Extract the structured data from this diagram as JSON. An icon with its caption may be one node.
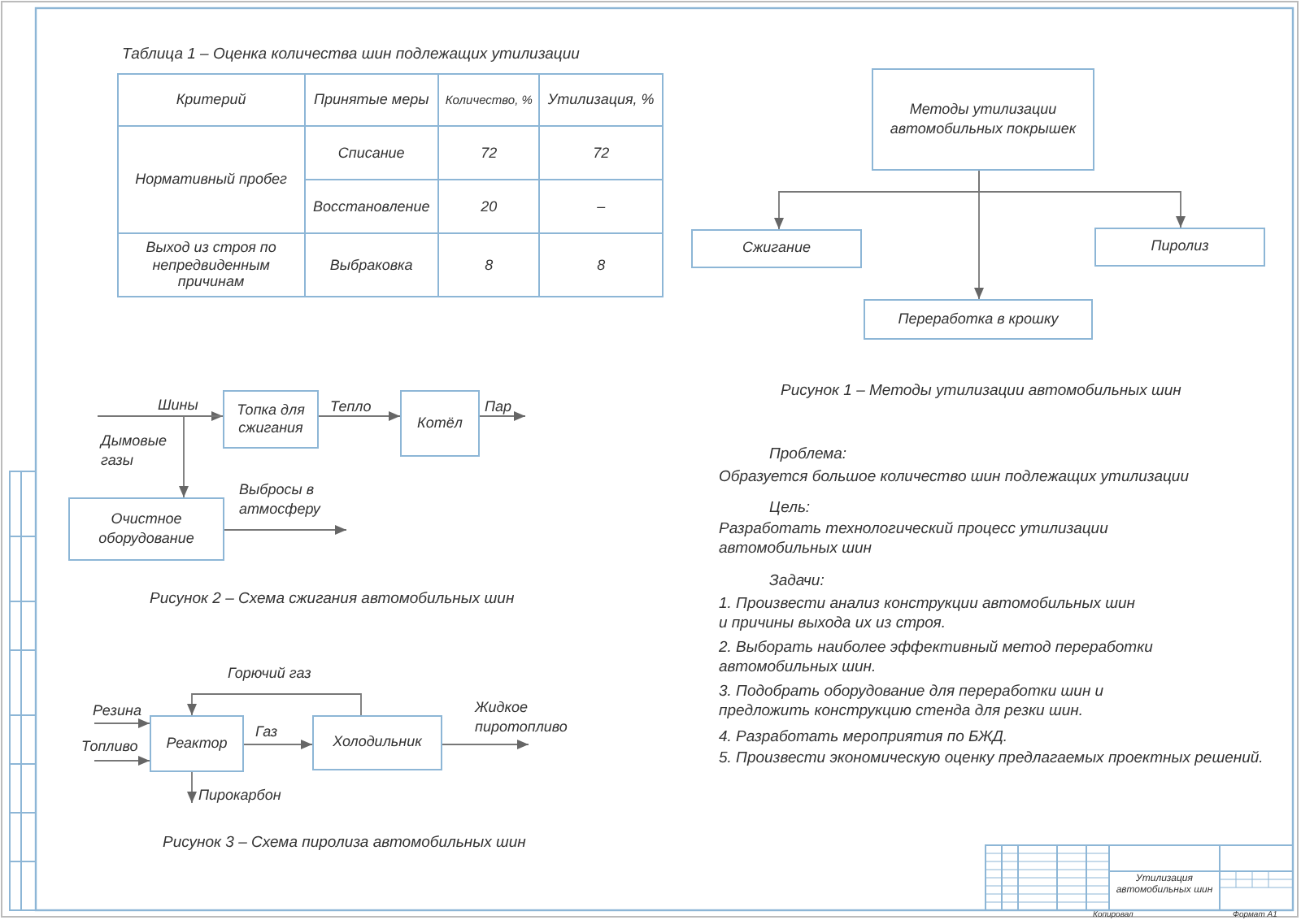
{
  "diagram": {
    "nodes": [
      {
        "text": [
          "Методы утилизации автомобильных покрышек"
        ]
      },
      {
        "text": [
          "Сжигание"
        ]
      },
      {
        "text": [
          "Переработка в крошку"
        ]
      },
      {
        "text": [
          "Пиролиз"
        ]
      },
      {
        "text": [
          "Топка для сжигания"
        ]
      },
      {
        "text": [
          "Котёл"
        ]
      },
      {
        "text": [
          "Очистное оборудование"
        ]
      },
      {
        "text": [
          "Реактор"
        ]
      },
      {
        "text": [
          "Холодильник"
        ]
      }
    ],
    "edges": [
      {
        "from": 0,
        "to": 1,
        "arrow": "to"
      },
      {
        "from": 0,
        "to": 2,
        "arrow": "to"
      },
      {
        "from": 0,
        "to": 3,
        "arrow": "to"
      },
      {
        "from": null,
        "to": 4,
        "arrow": "to",
        "label": "Шины"
      },
      {
        "from": 4,
        "to": 5,
        "arrow": "to",
        "label": "Тепло"
      },
      {
        "from": 5,
        "to": null,
        "arrow": "to",
        "label": "Пар"
      },
      {
        "from": 4,
        "to": 6,
        "arrow": "to",
        "label": "Дымовые газы"
      },
      {
        "from": 6,
        "to": null,
        "arrow": "to",
        "label": "Выбросы в атмосферу"
      },
      {
        "from": null,
        "to": 7,
        "arrow": "to",
        "label": "Резина"
      },
      {
        "from": null,
        "to": 7,
        "arrow": "to",
        "label": "Топливо"
      },
      {
        "from": 7,
        "to": 8,
        "arrow": "to",
        "label": "Газ"
      },
      {
        "from": 8,
        "to": 7,
        "arrow": "to",
        "label": "Горючий газ"
      },
      {
        "from": 8,
        "to": null,
        "arrow": "to",
        "label": "Жидкое пиротопливо"
      },
      {
        "from": 7,
        "to": null,
        "arrow": "to",
        "label": "Пирокарбон"
      }
    ],
    "labels": [
      "Таблица 1 – Оценка количества шин подлежащих утилизации",
      "Критерий",
      "Принятые меры",
      "Количество, %",
      "Утилизация, %",
      "Нормативный пробег",
      "Списание",
      "72",
      "72",
      "Восстановление",
      "20",
      "–",
      "Выход из строя по непредвиденным причинам",
      "Выбраковка",
      "8",
      "8",
      "Рисунок 1 – Методы утилизации автомобильных шин",
      "Рисунок 2 – Схема сжигания автомобильных шин",
      "Рисунок 3 – Схема пиролиза автомобильных шин",
      "Проблема:",
      "Образуется большое количество шин подлежащих утилизации",
      "Цель:",
      "Разработать технологический процесс утилизации автомобильных шин",
      "Задачи:",
      "1. Произвести анализ конструкции автомобильных шин и причины выхода их из строя.",
      "2. Выборать наиболее эффективный метод переработки автомобильных шин.",
      "3. Подобрать оборудование для переработки шин и предложить конструкцию стенда для резки шин.",
      "4. Разработать мероприятия по БЖД.",
      "5. Произвести экономическую оценку предлагаемых проектных решений.",
      "Утилизация автомобильных шин",
      "Копировал",
      "Формат А1"
    ]
  }
}
